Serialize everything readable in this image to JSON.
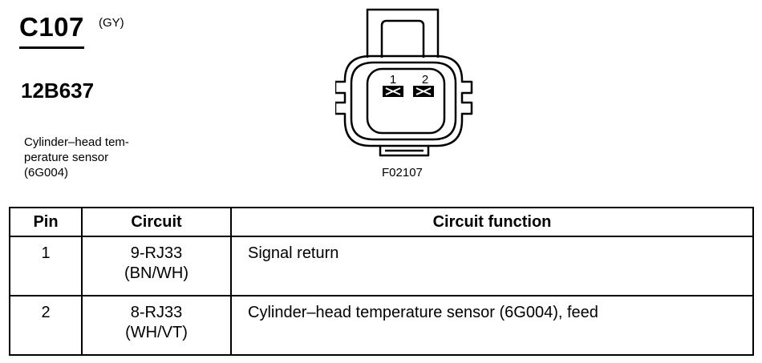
{
  "connector": {
    "id": "C107",
    "color_code": "(GY)",
    "part_number": "12B637",
    "description_lines": [
      "Cylinder–head tem-",
      "perature sensor",
      "(6G004)"
    ],
    "figure_id": "F02107",
    "pin_labels": [
      "1",
      "2"
    ]
  },
  "table": {
    "headers": {
      "pin": "Pin",
      "circuit": "Circuit",
      "function": "Circuit function"
    },
    "rows": [
      {
        "pin": "1",
        "circuit": "9-RJ33",
        "wire_color": "(BN/WH)",
        "function": "Signal return"
      },
      {
        "pin": "2",
        "circuit": "8-RJ33",
        "wire_color": "(WH/VT)",
        "function": "Cylinder–head temperature sensor (6G004), feed"
      }
    ]
  }
}
